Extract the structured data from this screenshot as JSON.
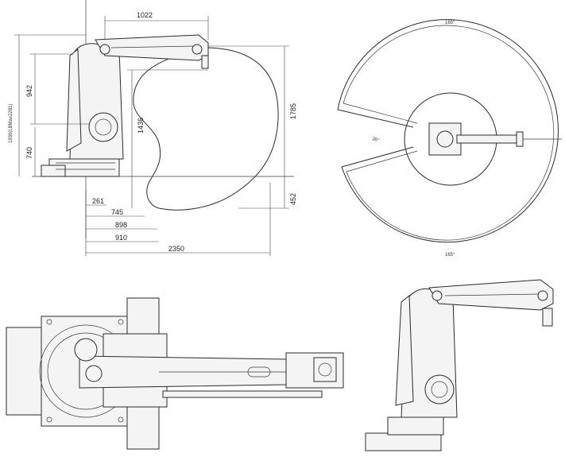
{
  "side_view": {
    "dim_top_reach": "1022",
    "dim_total_height": "1930(LBMax2281)",
    "dim_upper_height": "942",
    "dim_base_height": "740",
    "dim_inner_height": "1436",
    "dim_right_height": "1785",
    "dim_below_base": "452",
    "dim_base_offset": "261",
    "dim_reach_745": "745",
    "dim_reach_898": "898",
    "dim_reach_910": "910",
    "dim_full_reach": "2350"
  },
  "top_view": {
    "angle_top": "165°",
    "angle_bottom": "165°",
    "angle_gap": "30°"
  }
}
